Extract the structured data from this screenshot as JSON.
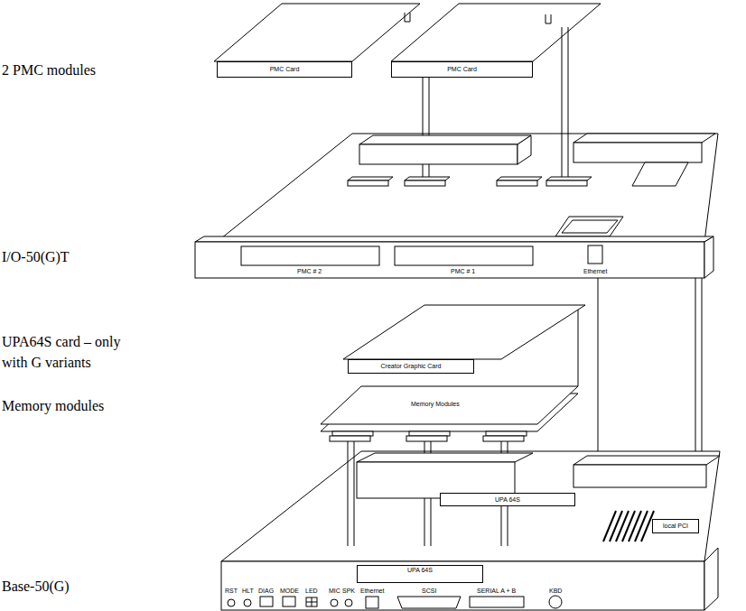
{
  "diagram": {
    "nodes": [
      {
        "text": [
          "PMC Card"
        ]
      },
      {
        "text": [
          "PMC Card"
        ]
      },
      {
        "text": [
          "Creator Graphic Card"
        ]
      },
      {
        "text": [
          "UPA 64S"
        ]
      },
      {
        "text": [
          "local PCI"
        ]
      },
      {
        "text": [
          "UPA 64S"
        ]
      }
    ],
    "labels": [
      "2 PMC modules",
      "I/O-50(G)T",
      "UPA64S card – only with G variants",
      "Memory modules",
      "Base-50(G)",
      "PMC # 2",
      "PMC # 1",
      "Ethernet",
      "Memory Modules",
      "RST",
      "HLT",
      "DIAG",
      "MODE",
      "LED",
      "MIC",
      "SPK",
      "Ethernet",
      "SCSI",
      "SERIAL A + B",
      "KBD"
    ]
  }
}
